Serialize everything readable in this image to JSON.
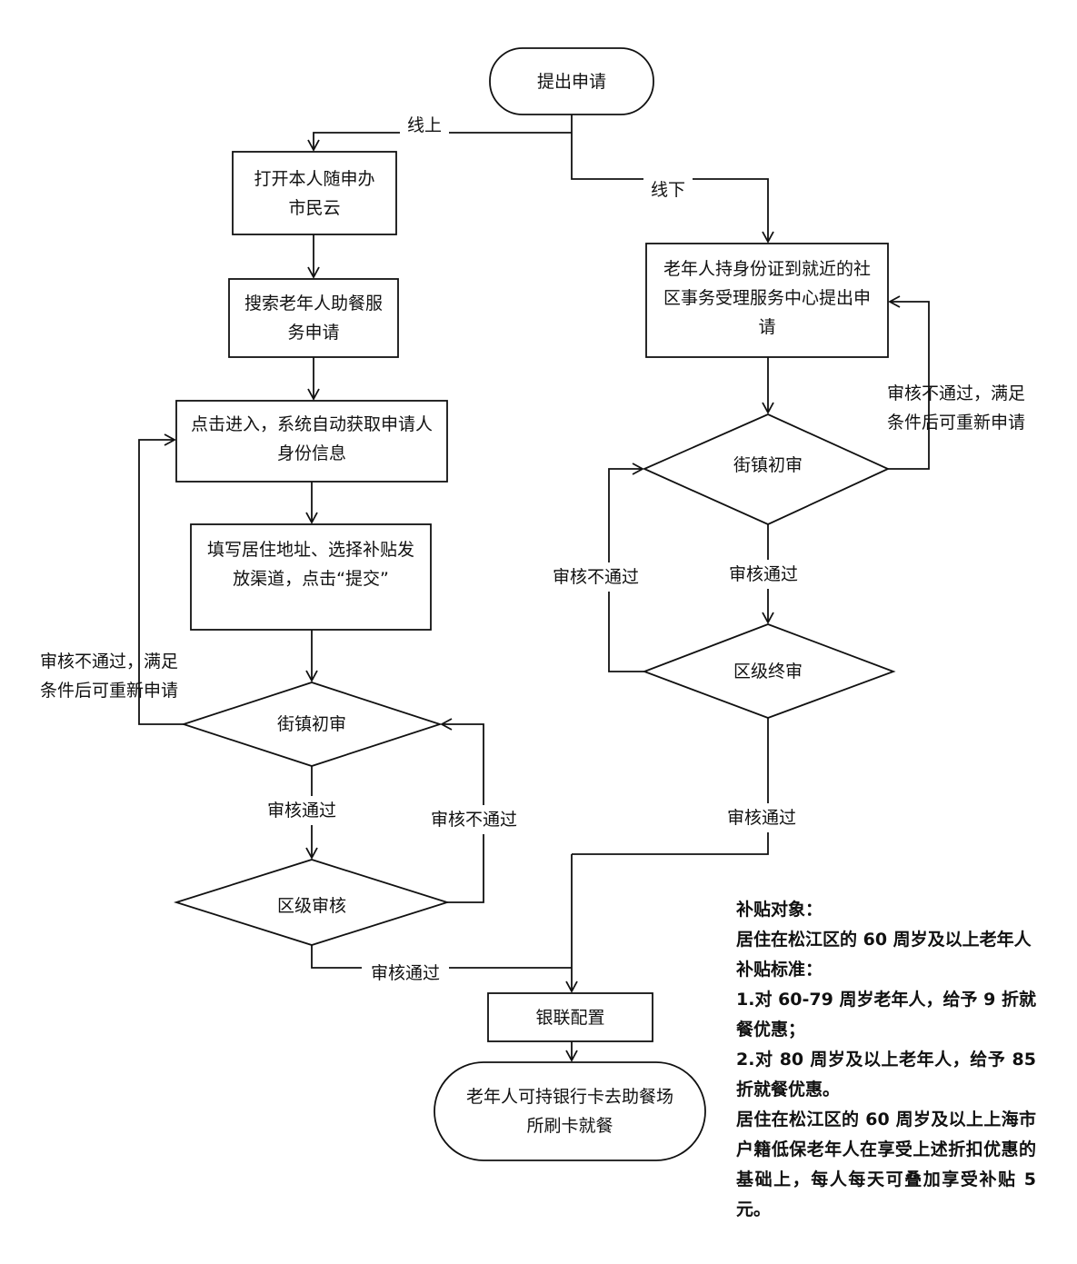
{
  "nodes": {
    "start": "提出申请",
    "open_app": "打开本人随申办\n市民云",
    "search_service": "搜索老年人助餐服\n务申请",
    "auto_fetch": "点击进入，系统自动获取申请人\n身份信息",
    "fill_form": "填写居住地址、选择补贴发\n放渠道，点击“提交”",
    "street_review_online": "街镇初审",
    "district_review_online": "区级审核",
    "offline_apply": "老年人持身份证到就近的社\n区事务受理服务中心提出申\n请",
    "street_review_offline": "街镇初审",
    "district_final_offline": "区级终审",
    "unionpay": "银联配置",
    "end": "老年人可持银行卡去助餐场\n所刷卡就餐"
  },
  "edge_labels": {
    "online": "线上",
    "offline": "线下",
    "online_fail_resubmit": "审核不通过，满足\n条件后可重新申请",
    "online_street_pass": "审核通过",
    "online_district_fail": "审核不通过",
    "online_district_pass": "审核通过",
    "offline_fail_resubmit": "审核不通过，满足\n条件后可重新申请",
    "offline_street_pass": "审核通过",
    "offline_district_fail": "审核不通过",
    "offline_district_pass": "审核通过"
  },
  "notes": [
    "补贴对象：",
    "居住在松江区的 60 周岁及以上老年人",
    "补贴标准：",
    "1.对 60-79 周岁老年人，给予 9 折就餐优惠；",
    "2.对 80 周岁及以上老年人，给予 85 折就餐优惠。",
    "居住在松江区的 60 周岁及以上上海市户籍低保老年人在享受上述折扣优惠的基础上，每人每天可叠加享受补贴 5 元。"
  ]
}
